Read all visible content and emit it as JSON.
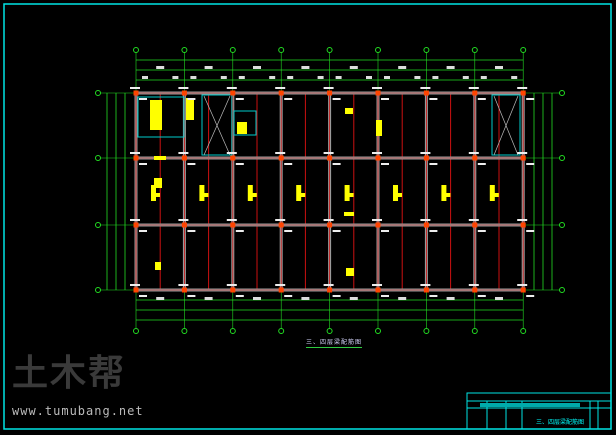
{
  "drawing": {
    "title": "三、四层梁配筋图",
    "grid_columns": 9,
    "grid_rows": 4
  },
  "title_block": {
    "drawing_name": "三、四层梁配筋图"
  },
  "watermark": {
    "logo": "土木帮",
    "url": "www.tumubang.net"
  },
  "colors": {
    "frame": "#00e5e5",
    "dimension": "#22dd22",
    "axis": "#cc1111",
    "beam": "#9a9a9a",
    "wall": "#00cccc",
    "rebar_text": "#ffff00",
    "column": "#ff4400"
  }
}
